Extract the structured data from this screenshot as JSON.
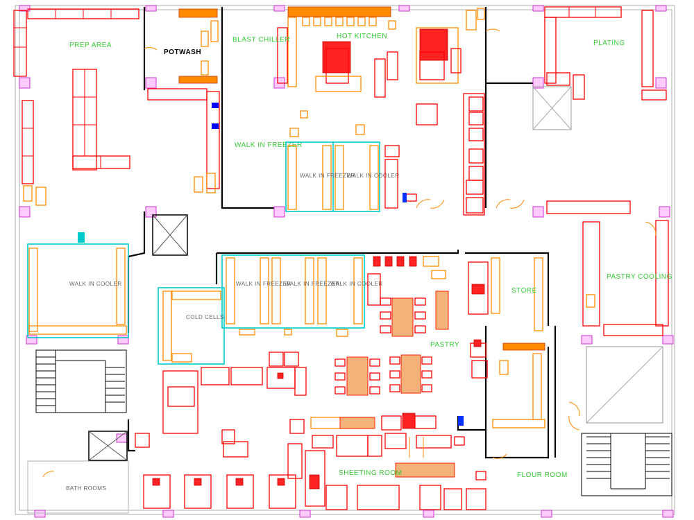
{
  "rooms": {
    "potwash": "POTWASH",
    "blast_chiller": "BLAST CHILLER",
    "hot_kitchen": "HOT KITCHEN",
    "plating": "PLATING",
    "walk_in_freezer": "WALK IN FREEZER",
    "walk_in_freezer_cell_a": "WALK IN FREEZER",
    "walk_in_cooler_cell_a": "WALK IN COOLER",
    "walk_in_cooler_left": "WALK IN COOLER",
    "walk_in_freezer_b": "WALK IN FREEZER",
    "walk_in_freezer_c": "WALK IN FREEZER",
    "walk_in_cooler_b": "WALK IN COOLER",
    "pastry_cooling": "PASTRY COOLING",
    "cold_cells": "COLD CELLS",
    "store": "STORE",
    "pastry": "PASTRY",
    "sheeting_room": "SHEETING ROOM",
    "flour_room": "FLOUR ROOM",
    "bathrooms": "BATH ROOMS",
    "prep_area": "PREP AREA"
  },
  "colors": {
    "wall": "#000000",
    "equipment": "#ff0000",
    "equipment_alt": "#ff8c00",
    "column": "#ff66ff",
    "label": "#33cc33",
    "cold_room": "#00cccc"
  }
}
